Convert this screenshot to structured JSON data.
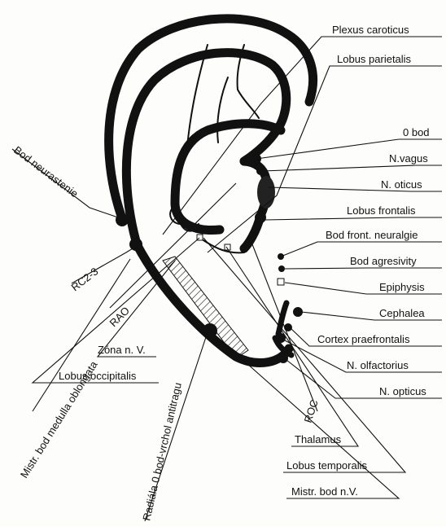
{
  "labels": {
    "plexus_caroticus": "Plexus caroticus",
    "lobus_parietalis": "Lobus parietalis",
    "zero_bod": "0 bod",
    "n_vagus": "N.vagus",
    "n_oticus": "N. oticus",
    "lobus_frontalis": "Lobus frontalis",
    "bod_front_neuralgie": "Bod front. neuralgie",
    "bod_agresivity": "Bod agresivity",
    "epiphysis": "Epiphysis",
    "cephalea": "Cephalea",
    "cortex_praefrontalis": "Cortex praefrontalis",
    "n_olfactorius": "N. olfactorius",
    "n_opticus": "N. opticus",
    "thalamus": "Thalamus",
    "lobus_temporalis": "Lobus temporalis",
    "mistr_bod_nv": "Mistr. bod n.V.",
    "zona_nv": "Zóna n. V.",
    "lobus_occipitalis": "Lobus occipitalis",
    "bod_neurastenie": "Bod neurastenie",
    "rc23": "RC2-3",
    "mistr_bod_medulla": "Mistr. bod medulla oblongata",
    "rao": "RAO",
    "roc": "ROC",
    "radiala": "Radiála 0 bod-vrchol antitragu"
  }
}
